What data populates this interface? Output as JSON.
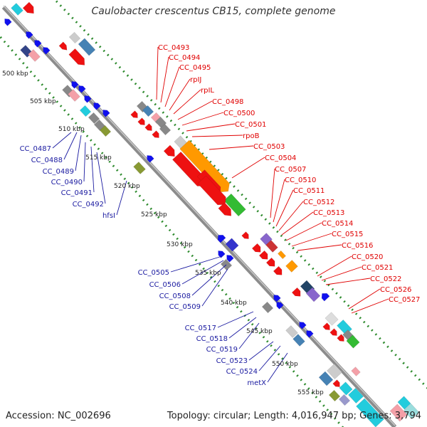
{
  "title": "Caulobacter crescentus CB15, complete genome",
  "footer": {
    "accession": "Accession: NC_002696",
    "summary": "Topology: circular; Length: 4,016,947 bp; Genes: 3,794"
  },
  "colors": {
    "backbone": "#8c8c8c",
    "tick_dots": "#2e8b2e",
    "forward_label": "#e00000",
    "reverse_label": "#1a1aa0",
    "gene_red": "#ee1111",
    "gene_blue": "#1010ee",
    "gene_orange": "#ff9900",
    "gene_green": "#33bb33",
    "gene_steel": "#4682b4",
    "gene_grey": "#888888",
    "gene_pink": "#f4a0a8",
    "gene_cyan": "#22ccdd",
    "gene_purple": "#8866cc",
    "gene_olive": "#889933"
  },
  "scale": {
    "labels": [
      "500 kbp",
      "505 kbp",
      "510 kbp",
      "515 kbp",
      "520 kbp",
      "525 kbp",
      "530 kbp",
      "535 kbp",
      "540 kbp",
      "545 kbp",
      "550 kbp",
      "555 kbp"
    ]
  },
  "forward_labels": [
    "CC_0493",
    "CC_0494",
    "CC_0495",
    "rpIJ",
    "rpIL",
    "CC_0498",
    "CC_0500",
    "CC_0501",
    "rpoB",
    "CC_0503",
    "CC_0504",
    "CC_0507",
    "CC_0510",
    "CC_0511",
    "CC_0512",
    "CC_0513",
    "CC_0514",
    "CC_0515",
    "CC_0516",
    "CC_0520",
    "CC_0521",
    "CC_0522",
    "CC_0526",
    "CC_0527"
  ],
  "reverse_labels": [
    "CC_0487",
    "CC_0488",
    "CC_0489",
    "CC_0490",
    "CC_0491",
    "CC_0492",
    "hfsI",
    "CC_0505",
    "CC_0506",
    "CC_0508",
    "CC_0509",
    "CC_0517",
    "CC_0518",
    "CC_0519",
    "CC_0523",
    "CC_0524",
    "metX"
  ]
}
